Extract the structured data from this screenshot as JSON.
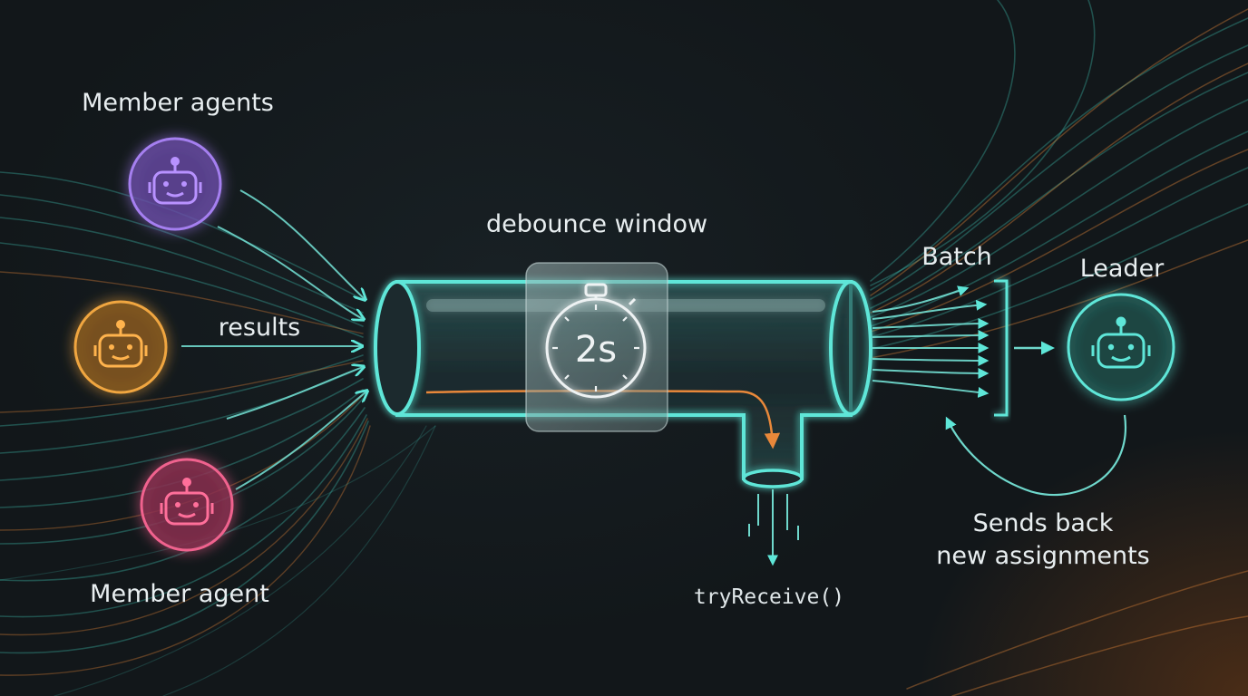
{
  "labels": {
    "member_agents_top": "Member agents",
    "member_agent_bottom": "Member agent",
    "results": "results",
    "debounce_window": "debounce window",
    "timer_value": "2s",
    "batch": "Batch",
    "leader": "Leader",
    "sends_back_line1": "Sends back",
    "sends_back_line2": "new assignments",
    "try_receive": "tryReceive()"
  },
  "agents": [
    {
      "role": "member",
      "color": "#9b6fe0",
      "icon": "robot-icon"
    },
    {
      "role": "member",
      "color": "#e39a3d",
      "icon": "robot-icon"
    },
    {
      "role": "member",
      "color": "#e0507e",
      "icon": "robot-icon"
    },
    {
      "role": "leader",
      "color": "#4fd1c1",
      "icon": "robot-icon"
    }
  ],
  "colors": {
    "accent_teal": "#5ee6d8",
    "accent_orange": "#e8883a",
    "background": "#13181b",
    "text": "#e8eef0"
  }
}
